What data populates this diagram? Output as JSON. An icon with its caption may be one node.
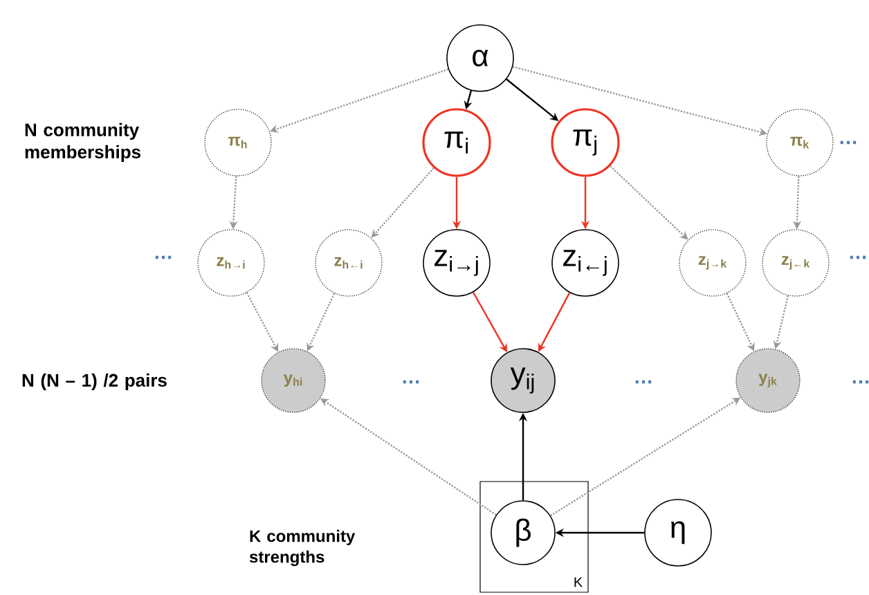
{
  "diagram": {
    "nodes": [
      {
        "text": [
          "α"
        ]
      },
      {
        "text": [
          "π$_{h}$"
        ]
      },
      {
        "text": [
          "π$_{i}$"
        ]
      },
      {
        "text": [
          "π$_{j}$"
        ]
      },
      {
        "text": [
          "π$_{k}$"
        ]
      },
      {
        "text": [
          "z$_{h→i}$"
        ]
      },
      {
        "text": [
          "z$_{h←i}$"
        ]
      },
      {
        "text": [
          "z$_{i→j}$"
        ]
      },
      {
        "text": [
          "z$_{i←j}$"
        ]
      },
      {
        "text": [
          "z$_{j→k}$"
        ]
      },
      {
        "text": [
          "z$_{j←k}$"
        ]
      },
      {
        "text": [
          "y$_{hi}$"
        ]
      },
      {
        "text": [
          "y$_{ij}$"
        ]
      },
      {
        "text": [
          "y$_{jk}$"
        ]
      },
      {
        "text": [
          "K"
        ]
      },
      {
        "text": [
          "β"
        ],
        "in": 14
      },
      {
        "text": [
          "η"
        ]
      }
    ],
    "edges": [
      {
        "from": 0,
        "to": 1,
        "arrow": "to",
        "style": "dashed"
      },
      {
        "from": 0,
        "to": 2,
        "arrow": "to",
        "color": "#000000"
      },
      {
        "from": 0,
        "to": 3,
        "arrow": "to",
        "color": "#000000"
      },
      {
        "from": 0,
        "to": 4,
        "arrow": "to",
        "style": "dashed"
      },
      {
        "from": 1,
        "to": 5,
        "arrow": "to",
        "style": "dashed"
      },
      {
        "from": 2,
        "to": 6,
        "arrow": "to",
        "style": "dashed"
      },
      {
        "from": 2,
        "to": 7,
        "arrow": "to",
        "color": "#ee3322"
      },
      {
        "from": 3,
        "to": 8,
        "arrow": "to",
        "color": "#ee3322"
      },
      {
        "from": 3,
        "to": 9,
        "arrow": "to",
        "style": "dashed"
      },
      {
        "from": 4,
        "to": 10,
        "arrow": "to",
        "style": "dashed"
      },
      {
        "from": 5,
        "to": 11,
        "arrow": "to",
        "style": "dashed"
      },
      {
        "from": 6,
        "to": 11,
        "arrow": "to",
        "style": "dashed"
      },
      {
        "from": 7,
        "to": 12,
        "arrow": "to",
        "color": "#ee3322"
      },
      {
        "from": 8,
        "to": 12,
        "arrow": "to",
        "color": "#ee3322"
      },
      {
        "from": 9,
        "to": 13,
        "arrow": "to",
        "style": "dashed"
      },
      {
        "from": 10,
        "to": 13,
        "arrow": "to",
        "style": "dashed"
      },
      {
        "from": 15,
        "to": 11,
        "arrow": "to",
        "style": "dashed"
      },
      {
        "from": 15,
        "to": 12,
        "arrow": "to",
        "color": "#000000"
      },
      {
        "from": 15,
        "to": 13,
        "arrow": "to",
        "style": "dashed"
      },
      {
        "from": 16,
        "to": 15,
        "arrow": "to",
        "color": "#000000"
      }
    ],
    "labels": [
      "N community memberships",
      "…",
      "…",
      "…",
      "N (N – 1) /2 pairs",
      "…",
      "…",
      "…",
      "K community strengths"
    ]
  }
}
